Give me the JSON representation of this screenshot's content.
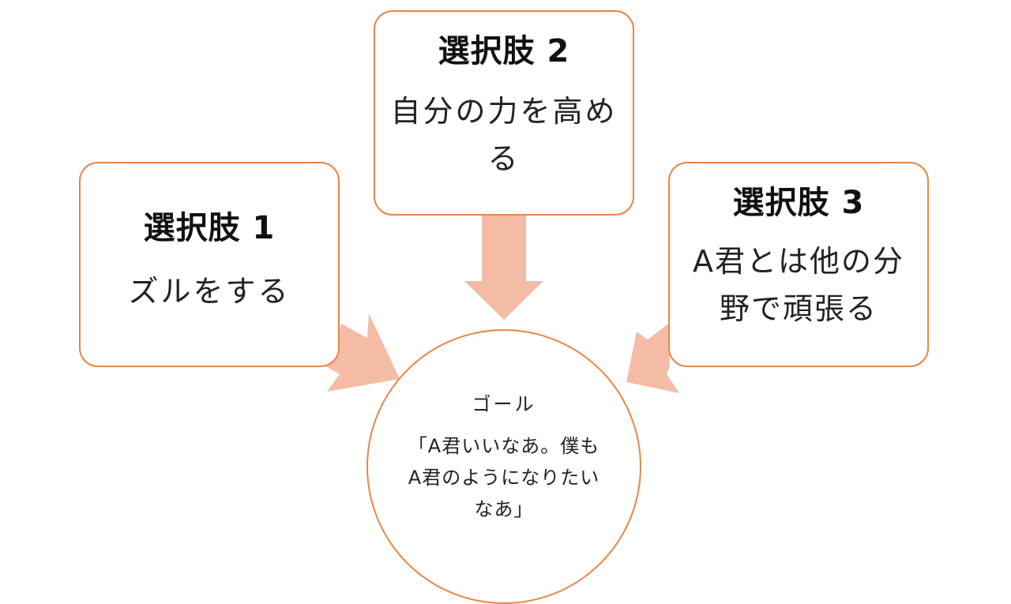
{
  "colors": {
    "border": "#e8864a",
    "arrow": "#f4bca5",
    "background": "#ffffff"
  },
  "option_1": {
    "title": "選択肢 1",
    "text": "ズルをする"
  },
  "option_2": {
    "title": "選択肢 2",
    "text": "自分の力を高める"
  },
  "option_3": {
    "title": "選択肢 3",
    "text": "A君とは他の分野で頑張る"
  },
  "goal": {
    "label": "ゴール",
    "text": "「A君いいなあ。僕もA君のようになりたいなあ」"
  }
}
